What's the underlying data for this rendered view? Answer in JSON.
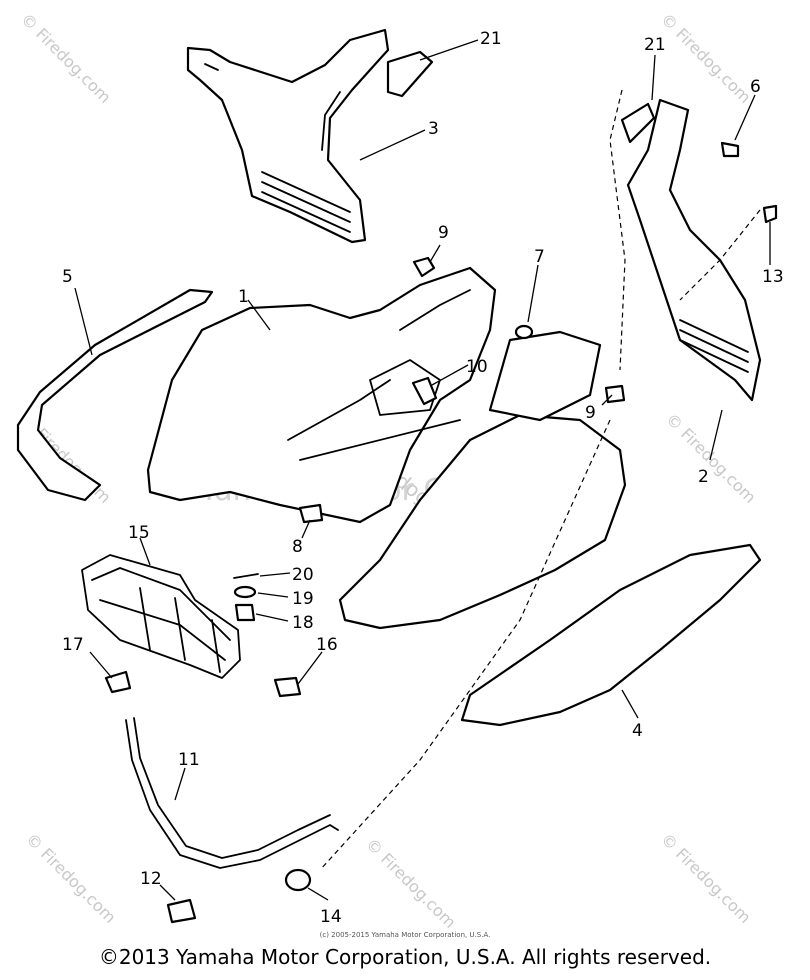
{
  "diagram": {
    "callouts": [
      "21",
      "3",
      "21",
      "6",
      "9",
      "13",
      "5",
      "1",
      "7",
      "10",
      "9",
      "2",
      "8",
      "15",
      "20",
      "19",
      "18",
      "17",
      "16",
      "11",
      "4",
      "12",
      "14"
    ],
    "center_watermark_1": "© Firedog.com",
    "center_watermark_2": "Yamaha Motor Corp, U.S.A.",
    "watermark": "© Firedog.com"
  },
  "footer": {
    "small_copyright": "(c) 2005-2015 Yamaha Motor Corporation, U.S.A.",
    "copyright": "©2013 Yamaha Motor Corporation, U.S.A. All rights reserved."
  }
}
